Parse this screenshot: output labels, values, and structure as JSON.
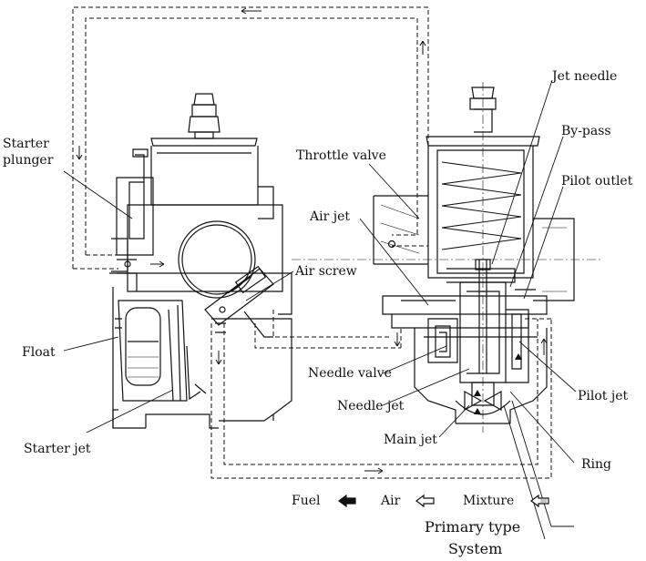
{
  "labels": {
    "starter_plunger_1": "Starter",
    "starter_plunger_2": "plunger",
    "float": "Float",
    "starter_jet": "Starter jet",
    "throttle_valve": "Throttle valve",
    "air_jet": "Air jet",
    "air_screw": "Air screw",
    "needle_valve": "Needle valve",
    "needle_jet": "Needle jet",
    "main_jet": "Main jet",
    "jet_needle": "Jet needle",
    "by_pass": "By-pass",
    "pilot_outlet": "Pilot outlet",
    "pilot_jet": "Pilot jet",
    "ring": "Ring",
    "primary_type": "Primary type",
    "system": "System"
  },
  "legend": {
    "fuel": "Fuel",
    "air": "Air",
    "mixture": "Mixture"
  },
  "colors": {
    "ink": "#111111",
    "paper": "#ffffff"
  }
}
